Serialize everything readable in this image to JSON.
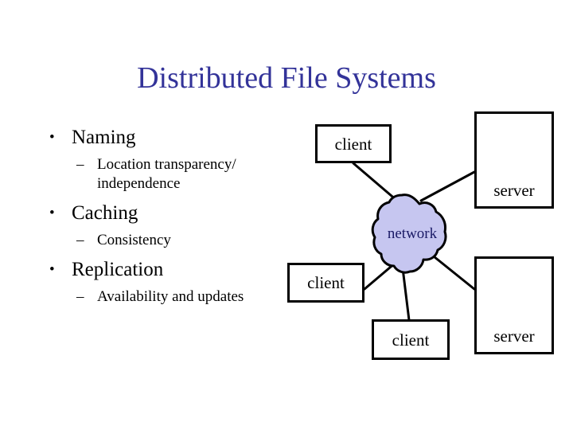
{
  "slide": {
    "title": "Distributed File Systems",
    "title_color": "#333399",
    "background": "#ffffff"
  },
  "outline": {
    "items": [
      {
        "level": 1,
        "marker": "•",
        "text": "Naming"
      },
      {
        "level": 2,
        "marker": "–",
        "text": "Location transparency/ independence"
      },
      {
        "level": 1,
        "marker": "•",
        "text": "Caching"
      },
      {
        "level": 2,
        "marker": "–",
        "text": "Consistency"
      },
      {
        "level": 1,
        "marker": "•",
        "text": "Replication"
      },
      {
        "level": 2,
        "marker": "–",
        "text": "Availability and updates"
      }
    ]
  },
  "diagram": {
    "network": {
      "label": "network",
      "fill": "#c6c6f0",
      "stroke": "#000000",
      "label_color": "#1a1a66"
    },
    "nodes": [
      {
        "id": "client-top",
        "label": "client"
      },
      {
        "id": "client-middle",
        "label": "client"
      },
      {
        "id": "client-bottom",
        "label": "client"
      },
      {
        "id": "server-top",
        "label": "server"
      },
      {
        "id": "server-bottom",
        "label": "server"
      }
    ],
    "server_disks": {
      "top": {
        "block_a_color": "#00c08a",
        "block_b_color": "#ff66e6"
      },
      "bottom": {
        "block_a_color": "#00c08a",
        "block_b_color": "#5b8fe8"
      }
    },
    "edges": [
      {
        "from": "client-top",
        "to": "network"
      },
      {
        "from": "server-top",
        "to": "network"
      },
      {
        "from": "client-middle",
        "to": "network"
      },
      {
        "from": "client-bottom",
        "to": "network"
      },
      {
        "from": "server-bottom",
        "to": "network"
      }
    ]
  }
}
